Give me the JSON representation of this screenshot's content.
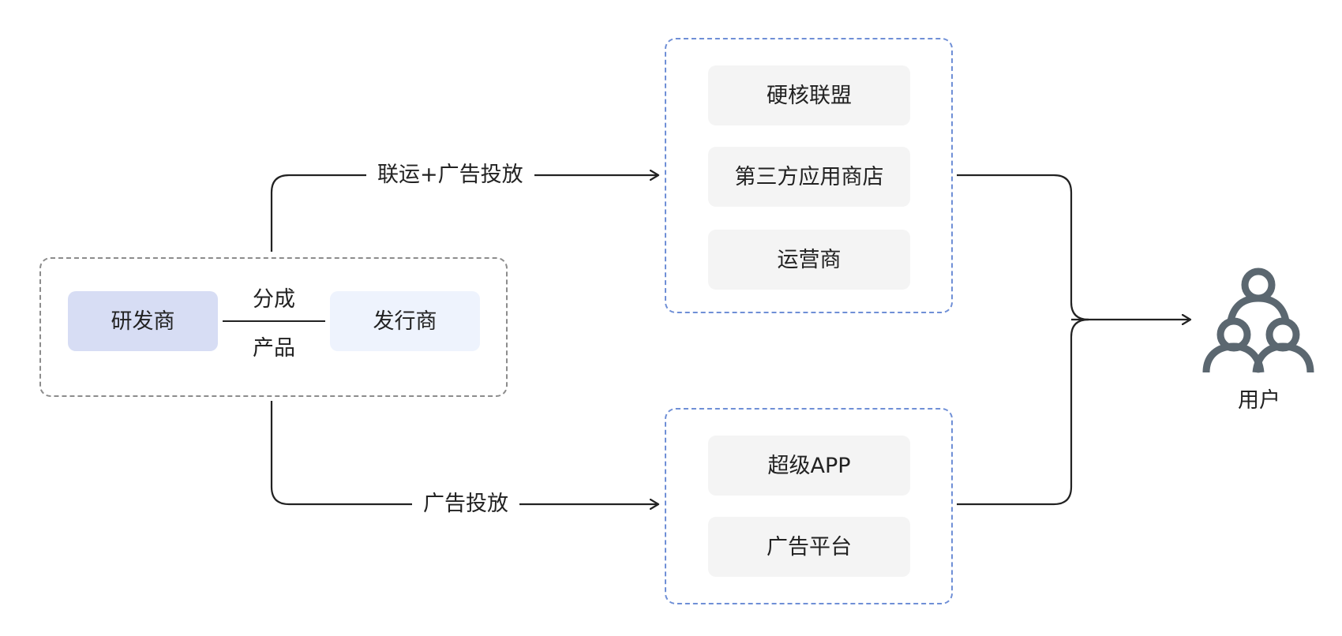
{
  "diagram": {
    "left_group": {
      "developer": "研发商",
      "publisher": "发行商",
      "relation_top": "分成",
      "relation_bottom": "产品"
    },
    "paths": {
      "top_label": "联运+广告投放",
      "bottom_label": "广告投放"
    },
    "top_group": {
      "items": [
        "硬核联盟",
        "第三方应用商店",
        "运营商"
      ]
    },
    "bottom_group": {
      "items": [
        "超级APP",
        "广告平台"
      ]
    },
    "user": {
      "label": "用户",
      "icon": "users-icon"
    },
    "colors": {
      "developer_fill": "#d7ddf4",
      "publisher_fill": "#eef3fd",
      "channel_fill": "#f4f4f4",
      "left_group_border": "#8c8c8c",
      "channel_group_border": "#6f8fd6",
      "user_icon": "#5b6770",
      "connector": "#222222"
    }
  }
}
